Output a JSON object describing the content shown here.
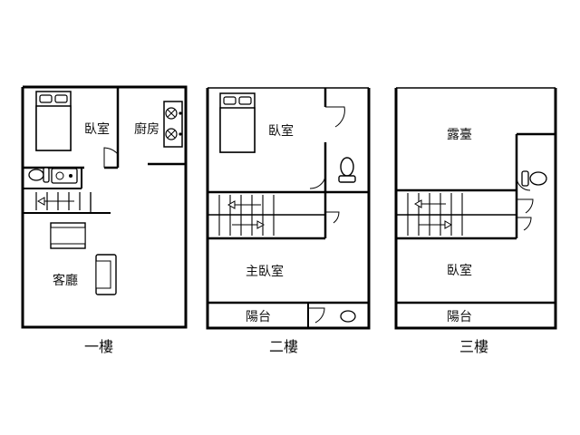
{
  "floors": [
    {
      "name": "一樓",
      "rooms": [
        "臥室",
        "廚房",
        "客廳"
      ]
    },
    {
      "name": "二樓",
      "rooms": [
        "臥室",
        "主臥室",
        "陽台"
      ]
    },
    {
      "name": "三樓",
      "rooms": [
        "露臺",
        "臥室",
        "陽台"
      ]
    }
  ],
  "colors": {
    "wall": "#000000",
    "fixture": "#222222",
    "background": "#ffffff"
  },
  "icons": [
    "bed-icon",
    "toilet-icon",
    "stove-icon",
    "sink-icon",
    "sofa-icon",
    "stairs-icon",
    "door-swing-icon"
  ]
}
